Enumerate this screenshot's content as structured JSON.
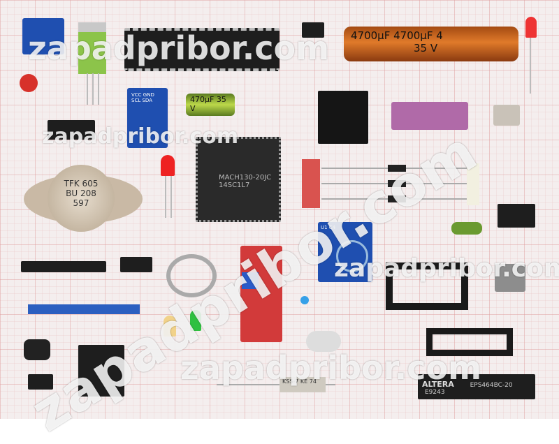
{
  "watermark": "zapadpribor.com",
  "components": {
    "cap_large": "4700µF 4700µF 4",
    "cap_large_voltage": "35 V",
    "cap_small": "470µF",
    "cap_small_voltage": "35 V",
    "transistor": "TFK 605",
    "transistor_model": "BU 208",
    "transistor_code": "597",
    "plcc": "MACH130-20JC",
    "plcc_code": "14SC1L7",
    "eprom_brand": "ALTERA",
    "eprom_model": "EPS464BC-20",
    "eprom_code": "E9243",
    "sensor_pins": "VCC GND SCL SDA",
    "touch_labels": "U1 C4",
    "axial_label": "KSS-7 KE 74"
  }
}
